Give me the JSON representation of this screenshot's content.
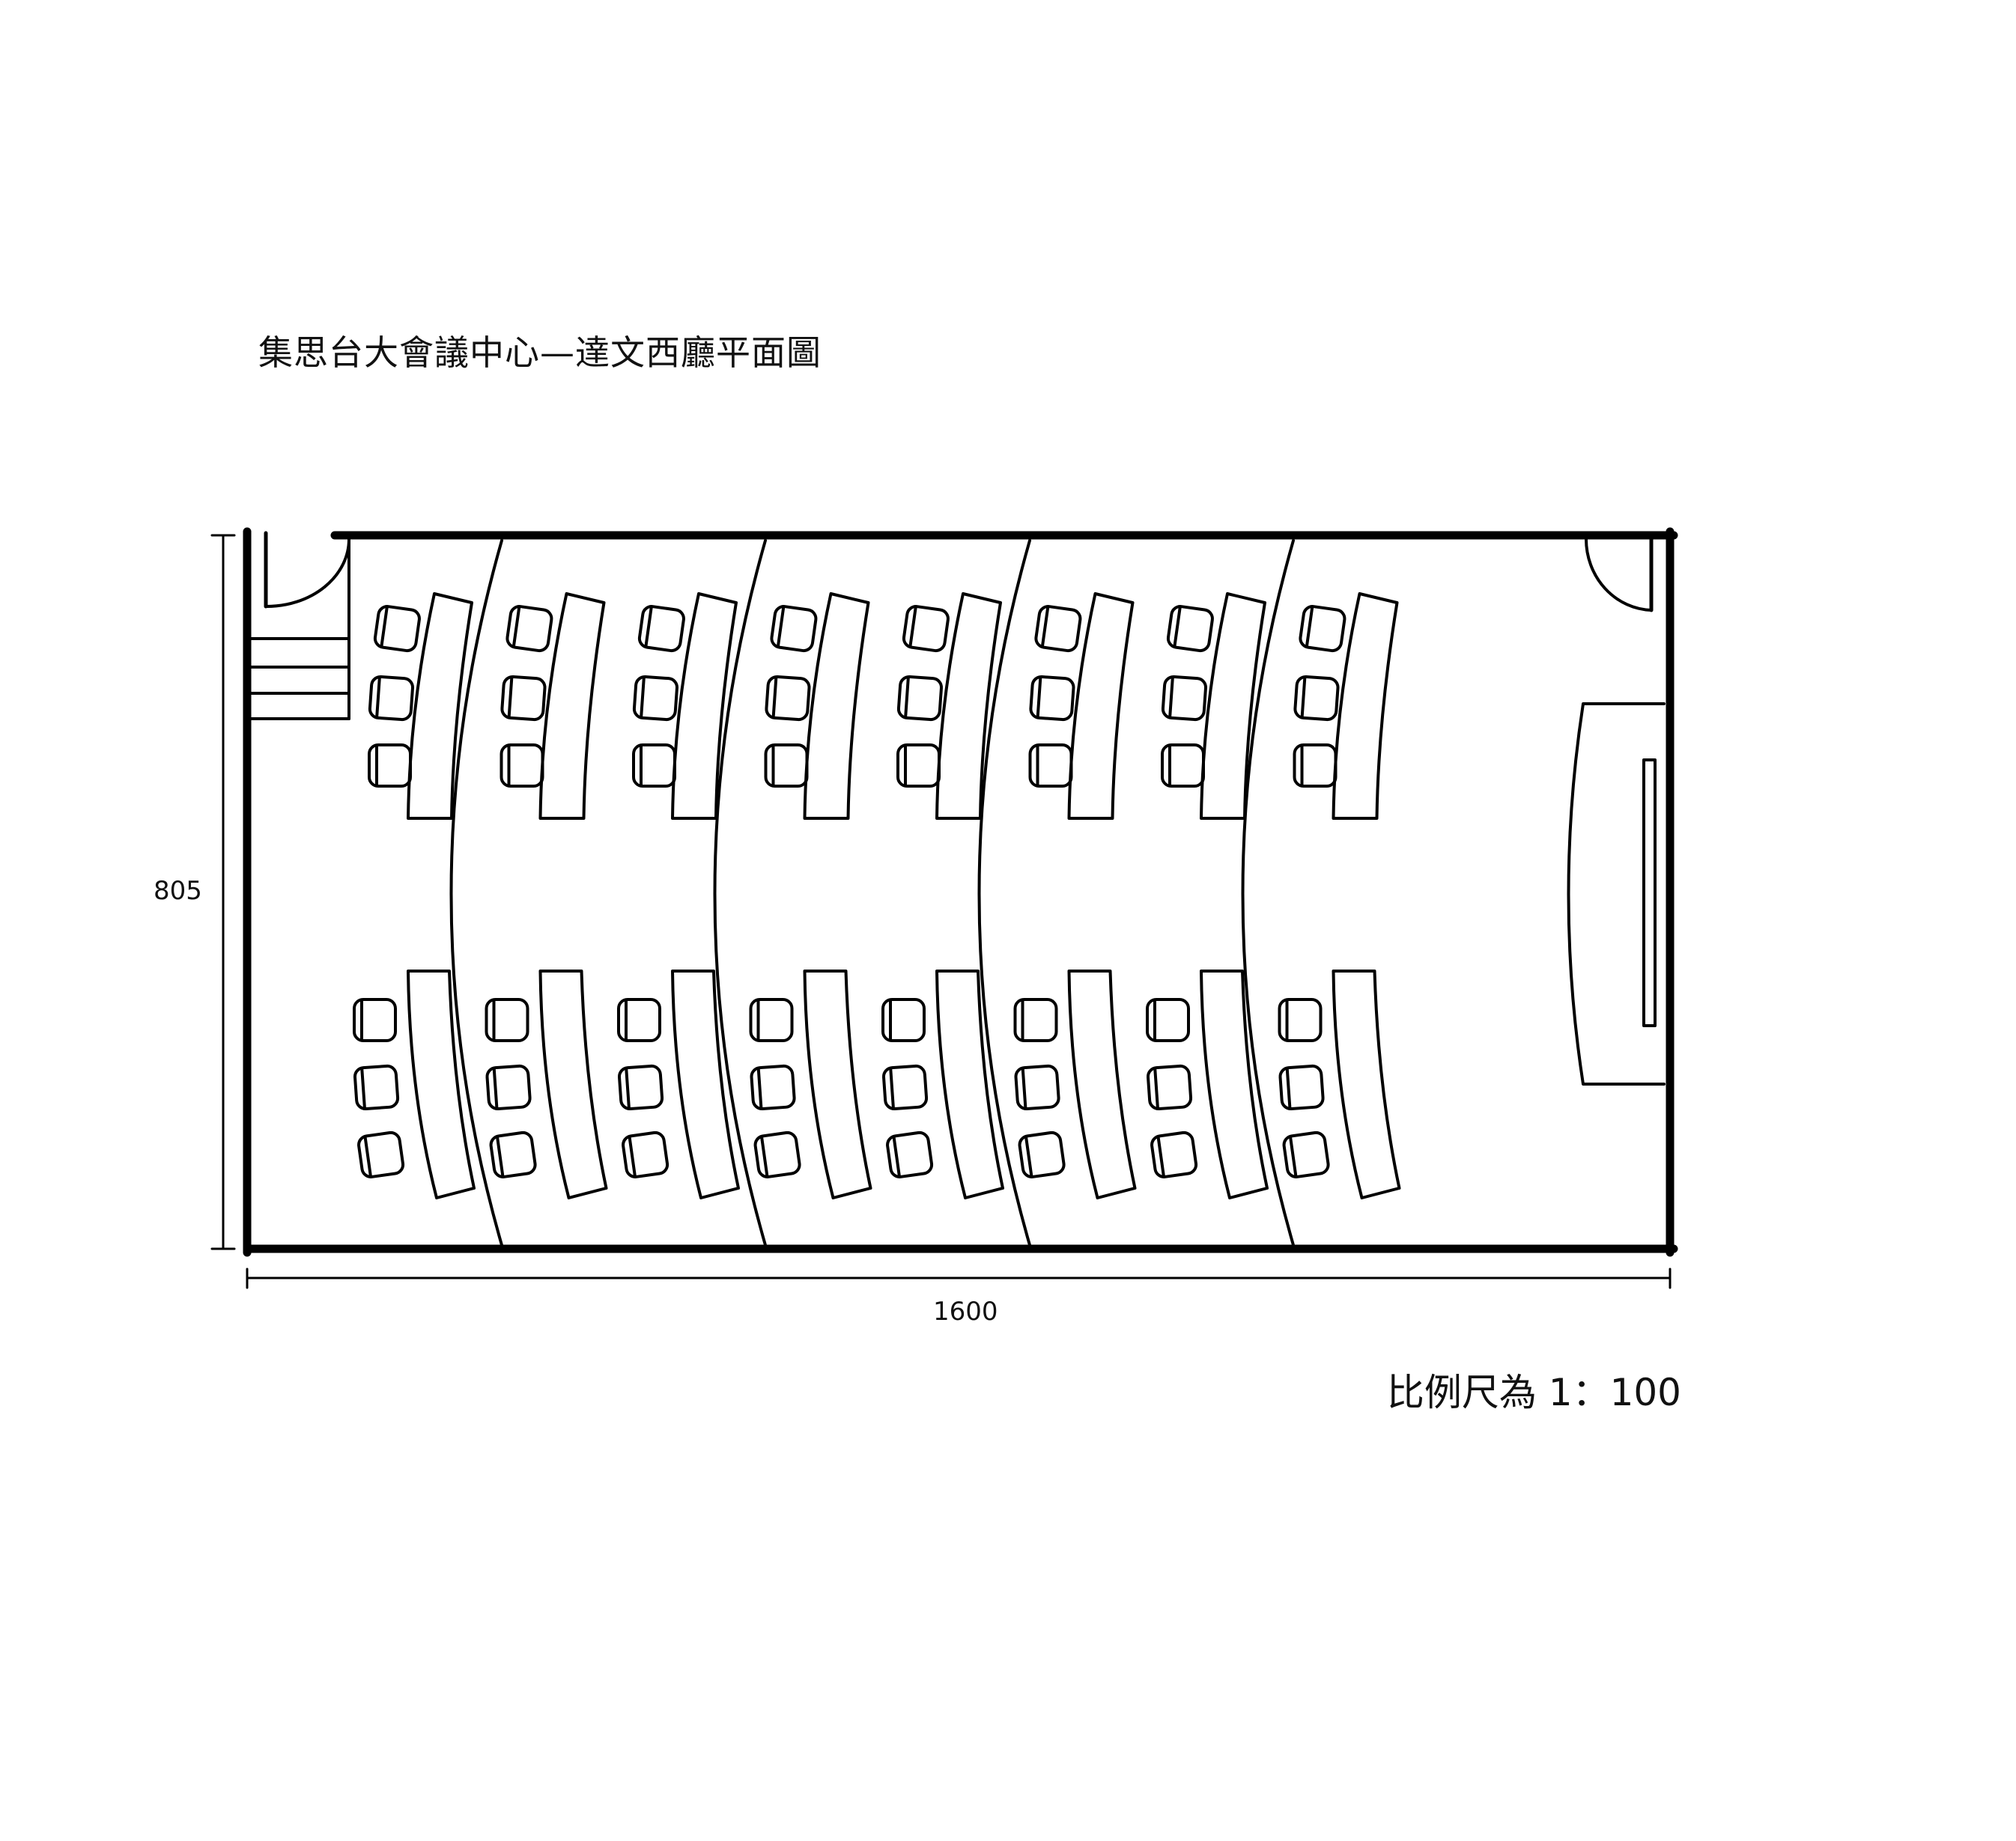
{
  "title": "集思台大會議中心—達文西廳平面圖",
  "dimensions": {
    "height_label": "805",
    "width_label": "1600"
  },
  "scale_text": "比例尺為 1：100",
  "layout": {
    "seating_blocks": 8,
    "rows_per_block": 2,
    "chairs_per_table": 3,
    "dividers": 4,
    "features": [
      "entrance-door-left",
      "entrance-door-right",
      "steps",
      "stage",
      "screen"
    ]
  },
  "colors": {
    "line": "#000000",
    "background": "#ffffff"
  }
}
